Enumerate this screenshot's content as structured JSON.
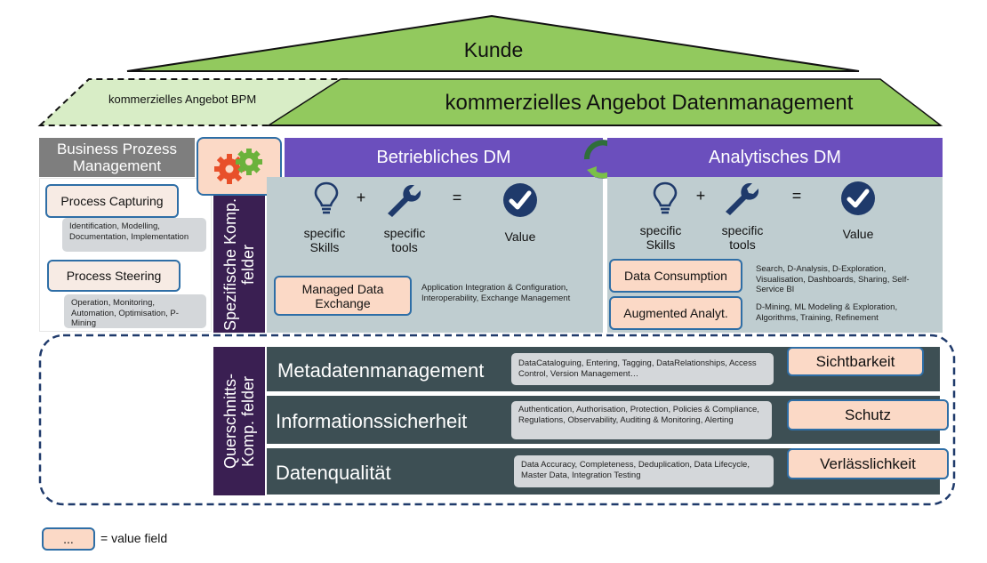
{
  "roof": {
    "kunde": "Kunde",
    "bpm_offer": "kommerzielles Angebot BPM",
    "dm_offer": "kommerzielles Angebot Datenmanagement"
  },
  "bpm": {
    "title": "Business Prozess Management",
    "process_capturing": "Process Capturing",
    "capturing_details": "Identification, Modelling, Documentation, Implementation",
    "process_steering": "Process Steering",
    "steering_details": "Operation, Monitoring, Automation, Optimisation, P-Mining"
  },
  "spezifische_label": "Spezifische Komp. felder",
  "querschnitts_label": "Querschnitts- Komp. felder",
  "betrieblich": {
    "title": "Betriebliches DM",
    "skills": "specific Skills",
    "tools": "specific tools",
    "value": "Value",
    "plus": "+",
    "equals": "=",
    "managed_exchange": "Managed Data Exchange",
    "exchange_details": "Application Integration & Configuration, Interoperability, Exchange Management"
  },
  "analytisch": {
    "title": "Analytisches DM",
    "skills": "specific Skills",
    "tools": "specific tools",
    "value": "Value",
    "plus": "+",
    "equals": "=",
    "data_consumption": "Data Consumption",
    "consumption_details": "Search, D-Analysis, D-Exploration, Visualisation, Dashboards, Sharing, Self-Service BI",
    "augmented": "Augmented Analyt.",
    "augmented_details": "D-Mining, ML Modeling & Exploration, Algorithms, Training, Refinement"
  },
  "cross_rows": [
    {
      "title": "Metadatenmanagement",
      "details": "DataCataloguing, Entering, Tagging, DataRelationships, Access Control, Version Management…",
      "value": "Sichtbarkeit"
    },
    {
      "title": "Informationssicherheit",
      "details": "Authentication, Authorisation, Protection, Policies & Compliance, Regulations, Observability, Auditing & Monitoring, Alerting",
      "value": "Schutz"
    },
    {
      "title": "Datenqualität",
      "details": "Data Accuracy, Completeness, Deduplication, Data Lifecycle, Master Data, Integration Testing",
      "value": "Verlässlichkeit"
    }
  ],
  "legend": {
    "sample": "...",
    "text": "= value field"
  },
  "colors": {
    "roof_green": "#92c95e",
    "roof_light": "#d8edc6",
    "purple": "#6b4fbd",
    "dark_purple": "#3a1f52",
    "panel_grey": "#bfcdd0",
    "row_dark": "#3d4f54",
    "value_fill": "#fbd9c6",
    "value_border": "#2e6ea6",
    "navy": "#1f3a6b"
  }
}
